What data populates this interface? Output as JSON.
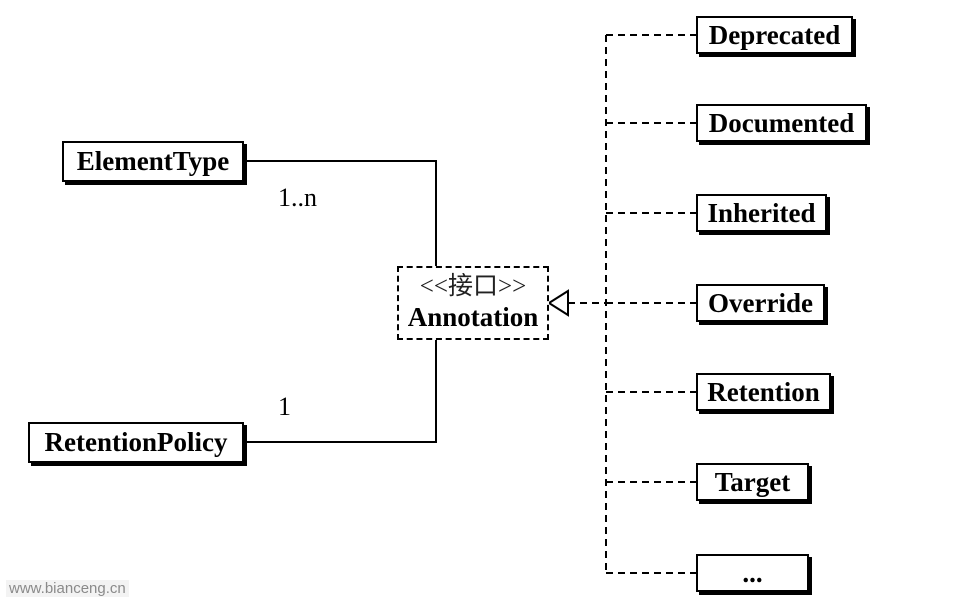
{
  "left_classes": {
    "element_type": "ElementType",
    "retention_policy": "RetentionPolicy"
  },
  "interface": {
    "stereotype": "<<接口>>",
    "name": "Annotation"
  },
  "multiplicities": {
    "element_type": "1..n",
    "retention_policy": "1"
  },
  "implementations": [
    "Deprecated",
    "Documented",
    "Inherited",
    "Override",
    "Retention",
    "Target",
    "..."
  ],
  "watermark": "www.bianceng.cn"
}
